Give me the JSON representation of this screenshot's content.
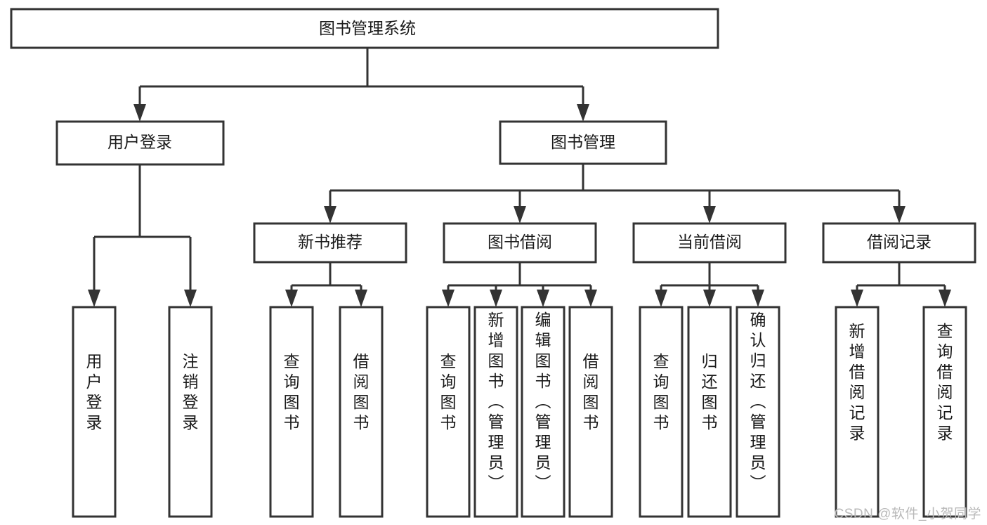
{
  "diagram": {
    "type": "tree-hierarchy",
    "title": "图书管理系统",
    "root": {
      "id": "root",
      "label": "图书管理系统",
      "orientation": "horizontal"
    },
    "level2": [
      {
        "id": "user-login",
        "label": "用户登录",
        "orientation": "horizontal"
      },
      {
        "id": "book-manage",
        "label": "图书管理",
        "orientation": "horizontal"
      }
    ],
    "level3": [
      {
        "id": "new-book-recommend",
        "label": "新书推荐",
        "orientation": "horizontal",
        "parent": "book-manage"
      },
      {
        "id": "book-borrow",
        "label": "图书借阅",
        "orientation": "horizontal",
        "parent": "book-manage"
      },
      {
        "id": "current-borrow",
        "label": "当前借阅",
        "orientation": "horizontal",
        "parent": "book-manage"
      },
      {
        "id": "borrow-record",
        "label": "借阅记录",
        "orientation": "horizontal",
        "parent": "book-manage"
      }
    ],
    "leaves": {
      "user-login": [
        {
          "id": "leaf-user-login",
          "label": "用户登录",
          "orientation": "vertical"
        },
        {
          "id": "leaf-logout-login",
          "label": "注销登录",
          "orientation": "vertical"
        }
      ],
      "new-book-recommend": [
        {
          "id": "leaf-query-book-1",
          "label": "查询图书",
          "orientation": "vertical"
        },
        {
          "id": "leaf-borrow-book-1",
          "label": "借阅图书",
          "orientation": "vertical"
        }
      ],
      "book-borrow": [
        {
          "id": "leaf-query-book-2",
          "label": "查询图书",
          "orientation": "vertical"
        },
        {
          "id": "leaf-add-book",
          "label": "新增图书（管理员）",
          "orientation": "vertical"
        },
        {
          "id": "leaf-edit-book",
          "label": "编辑图书（管理员）",
          "orientation": "vertical"
        },
        {
          "id": "leaf-borrow-book-2",
          "label": "借阅图书",
          "orientation": "vertical"
        }
      ],
      "current-borrow": [
        {
          "id": "leaf-query-book-3",
          "label": "查询图书",
          "orientation": "vertical"
        },
        {
          "id": "leaf-return-book",
          "label": "归还图书",
          "orientation": "vertical"
        },
        {
          "id": "leaf-confirm-return",
          "label": "确认归还（管理员）",
          "orientation": "vertical"
        }
      ],
      "borrow-record": [
        {
          "id": "leaf-add-borrow-record",
          "label": "新增借阅记录",
          "orientation": "vertical"
        },
        {
          "id": "leaf-query-borrow-record",
          "label": "查询借阅记录",
          "orientation": "vertical"
        }
      ]
    },
    "colors": {
      "stroke": "#333333",
      "fill": "#ffffff",
      "text": "#1a1a1a",
      "watermark": "#b9b9b9",
      "background": "#ffffff"
    }
  },
  "watermark": {
    "text": "CSDN @软件_小贺同学"
  }
}
